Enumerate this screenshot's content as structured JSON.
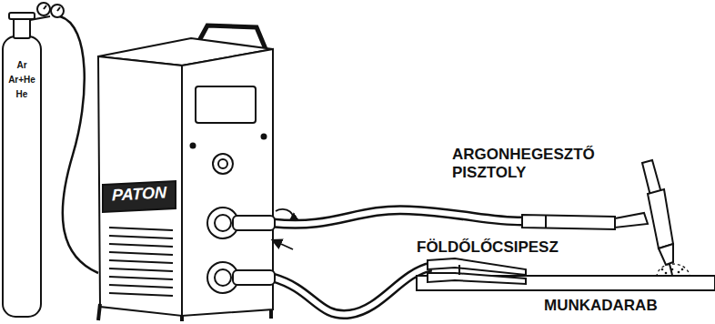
{
  "diagram": {
    "labels": [
      "Ar",
      "Ar+He",
      "He",
      "PATON",
      "ARGONHEGESZTŐ PISZTOLY",
      "FÖLDŐLŐCSIPESZ",
      "MUNKADARAB"
    ]
  }
}
